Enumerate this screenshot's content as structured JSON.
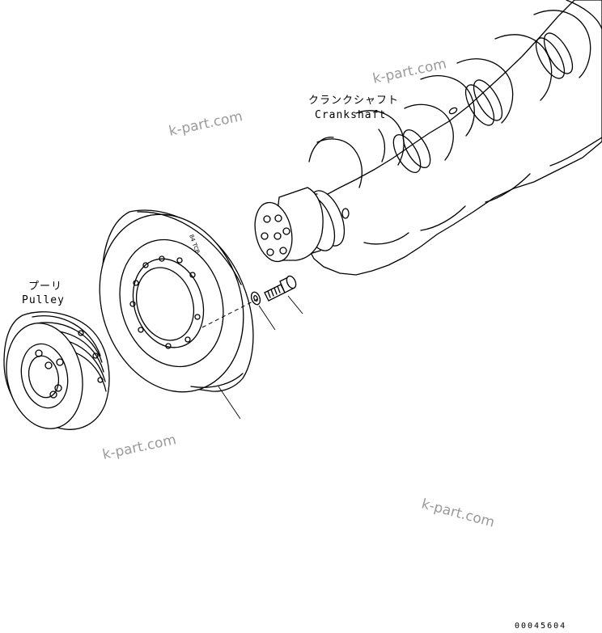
{
  "labels": {
    "crankshaft_jp": "クランクシャフト",
    "crankshaft_en": "Crankshaft",
    "pulley_jp": "プーリ",
    "pulley_en": "Pulley",
    "damper_mark": "84 TCB"
  },
  "watermarks": [
    "k-part.com",
    "k-part.com",
    "k-part.com",
    "k-part.com"
  ],
  "figure_number": "00045604"
}
